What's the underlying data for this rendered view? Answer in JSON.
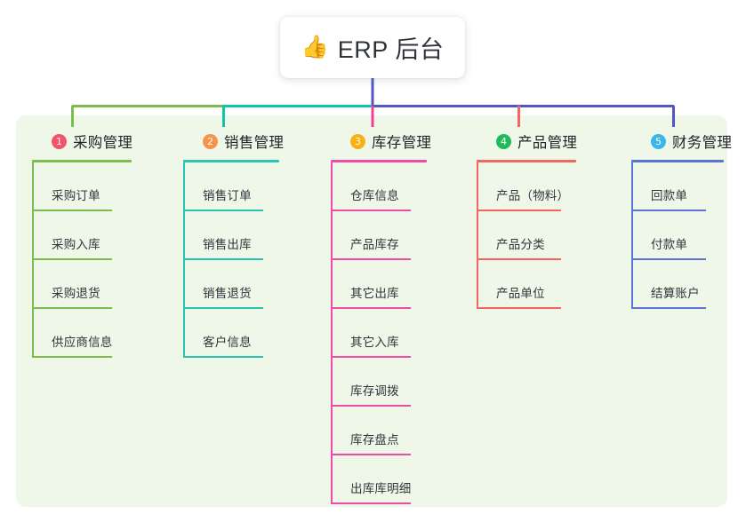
{
  "diagram": {
    "type": "mind-map",
    "root": {
      "icon": "thumbs-up-icon",
      "icon_glyph": "👍",
      "label": "ERP 后台"
    },
    "panel_color": "#eff7e9",
    "columns": [
      {
        "number": "1",
        "title": "采购管理",
        "badge_color": "#f2546d",
        "line_color": "#7cbc4c",
        "connector_color": "#7cbc4c",
        "items": [
          "采购订单",
          "采购入库",
          "采购退货",
          "供应商信息"
        ]
      },
      {
        "number": "2",
        "title": "销售管理",
        "badge_color": "#f5944a",
        "line_color": "#29c3b1",
        "connector_color": "#12c3ae",
        "items": [
          "销售订单",
          "销售出库",
          "销售退货",
          "客户信息"
        ]
      },
      {
        "number": "3",
        "title": "库存管理",
        "badge_color": "#fbb116",
        "line_color": "#ef4ba8",
        "connector_color": "#ef3f9e",
        "items": [
          "仓库信息",
          "产品库存",
          "其它出库",
          "其它入库",
          "库存调拨",
          "库存盘点",
          "出库库明细"
        ]
      },
      {
        "number": "4",
        "title": "产品管理",
        "badge_color": "#1fbb58",
        "line_color": "#f5655f",
        "connector_color": "#f5655f",
        "items": [
          "产品（物料）",
          "产品分类",
          "产品单位"
        ]
      },
      {
        "number": "5",
        "title": "财务管理",
        "badge_color": "#3ab6e8",
        "line_color": "#5b74d4",
        "connector_color": "#5257c8",
        "items": [
          "回款单",
          "付款单",
          "结算账户"
        ]
      }
    ],
    "trunk": {
      "stem_color": "#5257c8",
      "bar_segments": [
        {
          "color": "#7cbc4c"
        },
        {
          "color": "#12c3ae"
        },
        {
          "color": "#5257c8"
        }
      ]
    }
  }
}
